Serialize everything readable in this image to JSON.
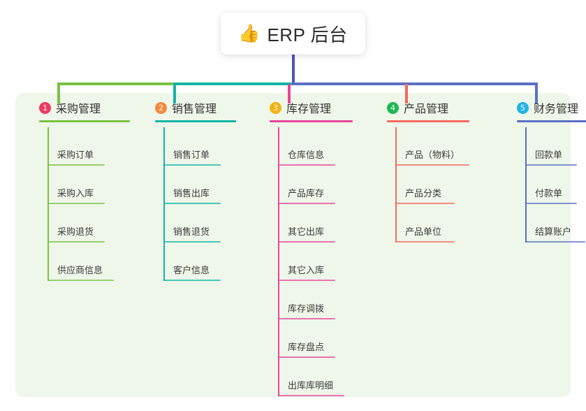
{
  "root": {
    "emoji": "👍",
    "emoji_name": "thumbs-up-icon",
    "title": "ERP 后台"
  },
  "theme": {
    "panel_bg": "#eef7e9",
    "page_bg": "#ffffff",
    "title_text": "#2b2b2b",
    "center_wire": "#4f52c0"
  },
  "columns": [
    {
      "number": "1",
      "title": "采购管理",
      "badge_color": "#ee3a60",
      "line_color": "#7ac143",
      "rule_width": 130,
      "items": [
        {
          "label": "采购订单",
          "rule_width": 82
        },
        {
          "label": "采购入库",
          "rule_width": 82
        },
        {
          "label": "采购退货",
          "rule_width": 82
        },
        {
          "label": "供应商信息",
          "rule_width": 95
        }
      ]
    },
    {
      "number": "2",
      "title": "销售管理",
      "badge_color": "#f5883b",
      "line_color": "#13b5a5",
      "rule_width": 116,
      "items": [
        {
          "label": "销售订单",
          "rule_width": 82
        },
        {
          "label": "销售出库",
          "rule_width": 82
        },
        {
          "label": "销售退货",
          "rule_width": 82
        },
        {
          "label": "客户信息",
          "rule_width": 82
        }
      ]
    },
    {
      "number": "3",
      "title": "库存管理",
      "badge_color": "#f5b312",
      "line_color": "#e8459a",
      "rule_width": 119,
      "items": [
        {
          "label": "仓库信息",
          "rule_width": 82
        },
        {
          "label": "产品库存",
          "rule_width": 82
        },
        {
          "label": "其它出库",
          "rule_width": 82
        },
        {
          "label": "其它入库",
          "rule_width": 82
        },
        {
          "label": "库存调拨",
          "rule_width": 82
        },
        {
          "label": "库存盘点",
          "rule_width": 82
        },
        {
          "label": "出库库明细",
          "rule_width": 95
        }
      ]
    },
    {
      "number": "4",
      "title": "产品管理",
      "badge_color": "#1db954",
      "line_color": "#f4695f",
      "rule_width": 118,
      "items": [
        {
          "label": "产品（物料）",
          "rule_width": 106
        },
        {
          "label": "产品分类",
          "rule_width": 85
        },
        {
          "label": "产品单位",
          "rule_width": 85
        }
      ]
    },
    {
      "number": "5",
      "title": "财务管理",
      "badge_color": "#20b4e8",
      "line_color": "#5b6fc4",
      "rule_width": 118,
      "items": [
        {
          "label": "回款单",
          "rule_width": 74
        },
        {
          "label": "付款单",
          "rule_width": 74
        },
        {
          "label": "结算账户",
          "rule_width": 86
        }
      ]
    }
  ]
}
